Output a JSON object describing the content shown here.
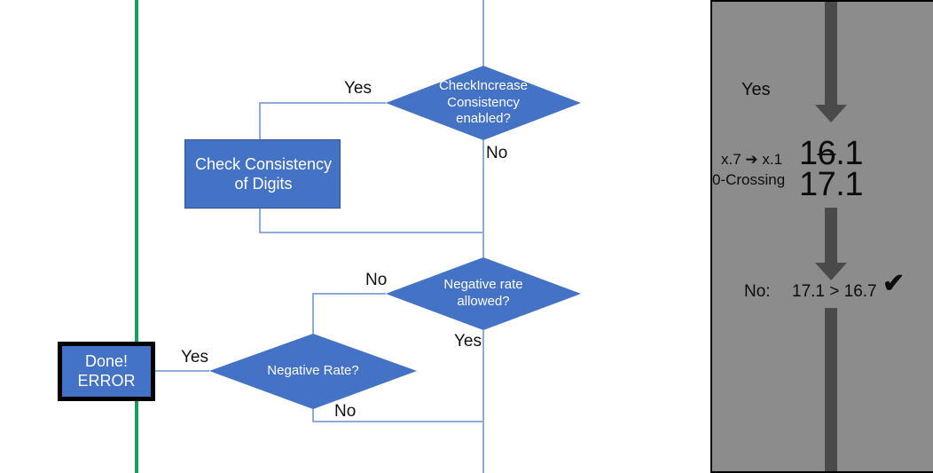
{
  "colors": {
    "node_fill": "#4472C4",
    "connector": "#8FAADC",
    "green_line": "#17A055",
    "panel_bg": "#8C8C8C",
    "panel_arrow": "#4A4A4A",
    "node_text": "#FFFFFF",
    "edge_text": "#111111"
  },
  "flow": {
    "nodes": [
      {
        "id": "check-increase-consistency",
        "shape": "decision",
        "label": "CheckIncrease\nConsistency\nenabled?"
      },
      {
        "id": "check-consistency-of-digits",
        "shape": "process",
        "label": "Check Consistency\nof Digits"
      },
      {
        "id": "negative-rate-allowed",
        "shape": "decision",
        "label": "Negative rate\nallowed?"
      },
      {
        "id": "negative-rate",
        "shape": "decision",
        "label": "Negative Rate?"
      },
      {
        "id": "done-error",
        "shape": "terminator",
        "label": "Done!\nERROR"
      }
    ],
    "edge_labels": {
      "check_increase_yes": "Yes",
      "check_increase_no": "No",
      "negative_rate_allowed_no": "No",
      "negative_rate_allowed_yes": "Yes",
      "negative_rate_yes": "Yes",
      "negative_rate_no": "No"
    }
  },
  "panel": {
    "yes_label": "Yes",
    "rule_shift": "x.7 ➔ x.1",
    "rule_zero_crossing": "0-Crossing",
    "value_before_prefix": "1",
    "value_before_struck": "6",
    "value_before_suffix": ".1",
    "value_after": "17.1",
    "no_label": "No:",
    "comparison": "17.1 > 16.7",
    "check_mark": "✔"
  }
}
